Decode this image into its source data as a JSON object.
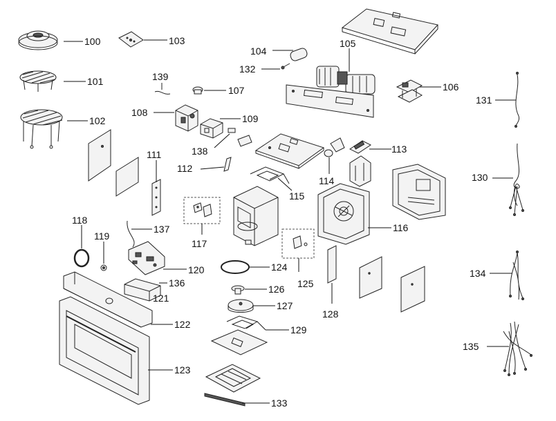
{
  "diagram": {
    "parts": [
      {
        "id": "p100",
        "label": "100"
      },
      {
        "id": "p101",
        "label": "101"
      },
      {
        "id": "p102",
        "label": "102"
      },
      {
        "id": "p103",
        "label": "103"
      },
      {
        "id": "p104",
        "label": "104"
      },
      {
        "id": "p105",
        "label": "105"
      },
      {
        "id": "p106",
        "label": "106"
      },
      {
        "id": "p107",
        "label": "107"
      },
      {
        "id": "p108",
        "label": "108"
      },
      {
        "id": "p109",
        "label": "109"
      },
      {
        "id": "p111",
        "label": "111"
      },
      {
        "id": "p112",
        "label": "112"
      },
      {
        "id": "p113",
        "label": "113"
      },
      {
        "id": "p114",
        "label": "114"
      },
      {
        "id": "p115",
        "label": "115"
      },
      {
        "id": "p116",
        "label": "116"
      },
      {
        "id": "p117",
        "label": "117"
      },
      {
        "id": "p118",
        "label": "118"
      },
      {
        "id": "p119",
        "label": "119"
      },
      {
        "id": "p120",
        "label": "120"
      },
      {
        "id": "p121",
        "label": "121"
      },
      {
        "id": "p122",
        "label": "122"
      },
      {
        "id": "p123",
        "label": "123"
      },
      {
        "id": "p124",
        "label": "124"
      },
      {
        "id": "p125",
        "label": "125"
      },
      {
        "id": "p126",
        "label": "126"
      },
      {
        "id": "p127",
        "label": "127"
      },
      {
        "id": "p128",
        "label": "128"
      },
      {
        "id": "p129",
        "label": "129"
      },
      {
        "id": "p130",
        "label": "130"
      },
      {
        "id": "p131",
        "label": "131"
      },
      {
        "id": "p132",
        "label": "132"
      },
      {
        "id": "p133",
        "label": "133"
      },
      {
        "id": "p134",
        "label": "134"
      },
      {
        "id": "p135",
        "label": "135"
      },
      {
        "id": "p136",
        "label": "136"
      },
      {
        "id": "p137",
        "label": "137"
      },
      {
        "id": "p138",
        "label": "138"
      },
      {
        "id": "p139",
        "label": "139"
      }
    ]
  }
}
